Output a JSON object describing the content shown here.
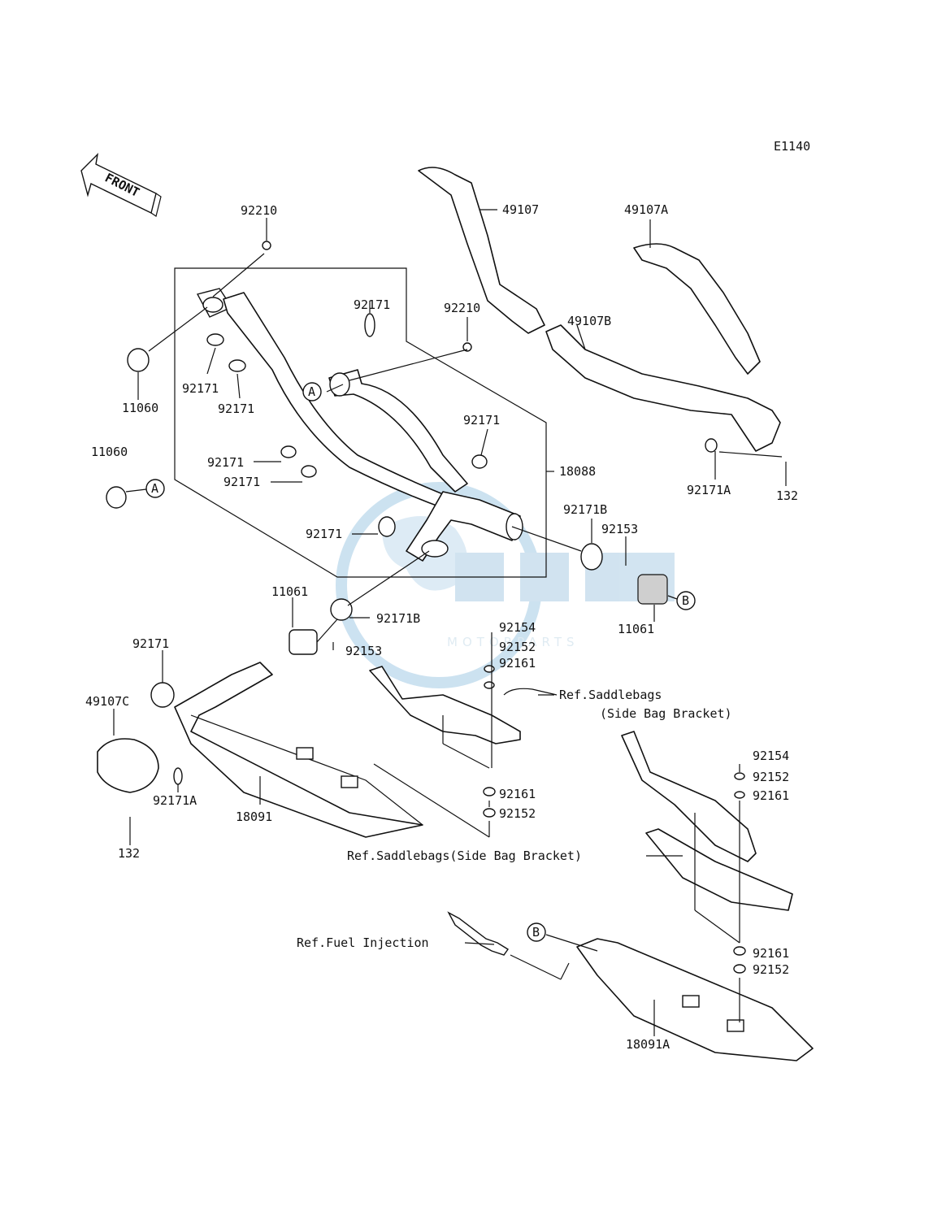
{
  "diagram_code": "E1140",
  "front_label": "FRONT",
  "watermark": {
    "brand": "OSM",
    "sub": "MOTORPARTS",
    "color": "#7fb0d6"
  },
  "callouts": [
    "A",
    "A",
    "B",
    "B"
  ],
  "part_labels": {
    "p92210_top": "92210",
    "p92210_mid": "92210",
    "p92171_a": "92171",
    "p92171_b": "92171",
    "p92171_c": "92171",
    "p92171_d": "92171",
    "p92171_e": "92171",
    "p92171_f": "92171",
    "p92171_g": "92171",
    "p92171_h": "92171",
    "p11060_a": "11060",
    "p11060_b": "11060",
    "p49107": "49107",
    "p49107A": "49107A",
    "p49107B": "49107B",
    "p18088": "18088",
    "p92171A_top": "92171A",
    "p132_top": "132",
    "p92171B_right": "92171B",
    "p92153_right": "92153",
    "p11061_right": "11061",
    "p11061_left": "11061",
    "p92171B_left": "92171B",
    "p92153_left": "92153",
    "p92154_mid": "92154",
    "p92152_mid": "92152",
    "p92161_mid": "92161",
    "p49107C": "49107C",
    "p92171A_bot": "92171A",
    "p132_bot": "132",
    "p18091": "18091",
    "p92161_low": "92161",
    "p92152_low": "92152",
    "p92154_right": "92154",
    "p92152_right": "92152",
    "p92161_right": "92161",
    "p92161_rlow": "92161",
    "p92152_rlow": "92152",
    "p18091A": "18091A"
  },
  "references": {
    "saddlebags_1": "Ref.Saddlebags",
    "saddlebags_1b": "(Side Bag Bracket)",
    "saddlebags_2": "Ref.Saddlebags(Side Bag Bracket)",
    "fuel_injection": "Ref.Fuel Injection"
  }
}
